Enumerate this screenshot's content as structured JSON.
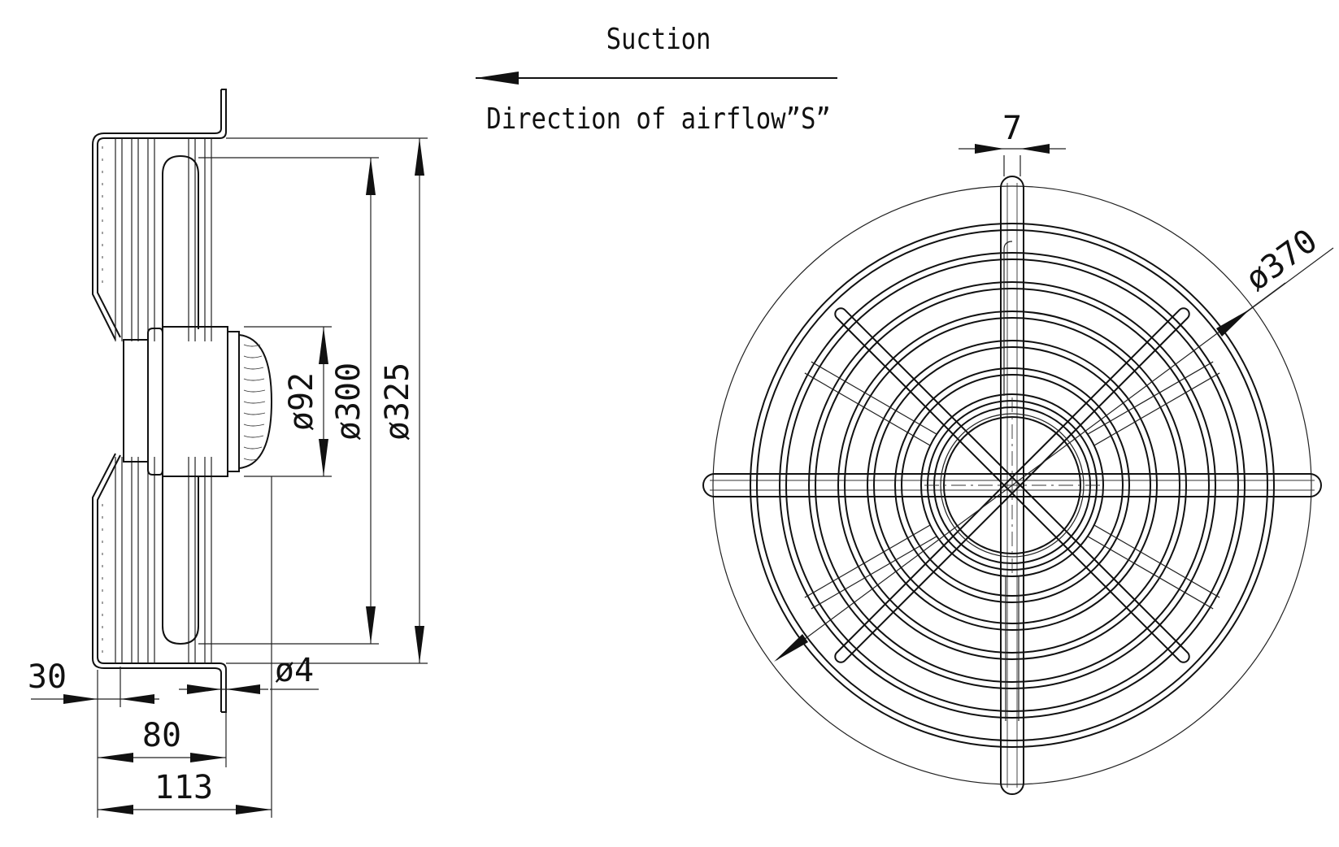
{
  "airflow": {
    "title": "Suction",
    "direction_label": "Direction of airflow”S”"
  },
  "side_view": {
    "dims": {
      "d92": "ø92",
      "d300": "ø300",
      "d325": "ø325",
      "d4": "ø4",
      "w30": "30",
      "w80": "80",
      "w113": "113"
    }
  },
  "front_view": {
    "dims": {
      "d370": "ø370",
      "w7": "7"
    }
  },
  "colors": {
    "line": "#111111",
    "background": "#ffffff"
  }
}
